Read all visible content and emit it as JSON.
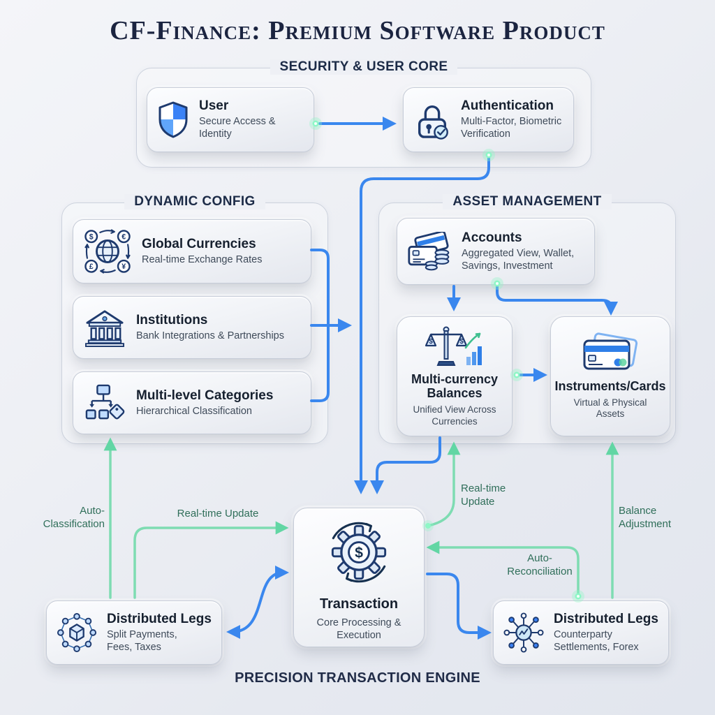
{
  "title": "CF-Finance: Premium Software Product",
  "footer": "PRECISION TRANSACTION ENGINE",
  "colors": {
    "arrow_blue": "#3a87ee",
    "arrow_green": "#7edcb2",
    "glow_dot_green": "#8ef7c6",
    "heading_navy": "#1c2b47",
    "edge_label_green": "#2f6e59",
    "icon_navy": "#1e3a6e",
    "icon_blue": "#3b82f6"
  },
  "sections": {
    "security": {
      "label": "SECURITY & USER CORE"
    },
    "config": {
      "label": "DYNAMIC CONFIG"
    },
    "assets": {
      "label": "ASSET MANAGEMENT"
    }
  },
  "nodes": {
    "user": {
      "title": "User",
      "subtitle": "Secure Access & Identity",
      "icon": "shield-icon"
    },
    "auth": {
      "title": "Authentication",
      "subtitle": "Multi-Factor, Biometric Verification",
      "icon": "lock-check-icon"
    },
    "currencies": {
      "title": "Global Currencies",
      "subtitle": "Real-time Exchange Rates",
      "icon": "globe-currency-icon"
    },
    "institutions": {
      "title": "Institutions",
      "subtitle": "Bank Integrations & Partnerships",
      "icon": "bank-icon"
    },
    "categories": {
      "title": "Multi-level Categories",
      "subtitle": "Hierarchical Classification",
      "icon": "hierarchy-tag-icon"
    },
    "accounts": {
      "title": "Accounts",
      "subtitle": "Aggregated View, Wallet, Savings, Investment",
      "icon": "card-coins-icon"
    },
    "balances": {
      "title": "Multi-currency Balances",
      "subtitle": "Unified View Across Currencies",
      "icon": "balance-scale-chart-icon"
    },
    "instruments": {
      "title": "Instruments/Cards",
      "subtitle": "Virtual & Physical Assets",
      "icon": "credit-card-icon"
    },
    "transaction": {
      "title": "Transaction",
      "subtitle": "Core Processing & Execution",
      "icon": "gear-dollar-icon"
    },
    "legs_left": {
      "title": "Distributed Legs",
      "subtitle": "Split Payments, Fees, Taxes",
      "icon": "network-cube-icon"
    },
    "legs_right": {
      "title": "Distributed Legs",
      "subtitle": "Counterparty Settlements, Forex",
      "icon": "hub-network-icon"
    }
  },
  "edge_labels": {
    "auto_classification": "Auto-Classification",
    "realtime_update_left": "Real-time Update",
    "realtime_update_right": "Real-time Update",
    "balance_adjustment": "Balance Adjustment",
    "auto_reconciliation": "Auto-Reconciliation"
  }
}
